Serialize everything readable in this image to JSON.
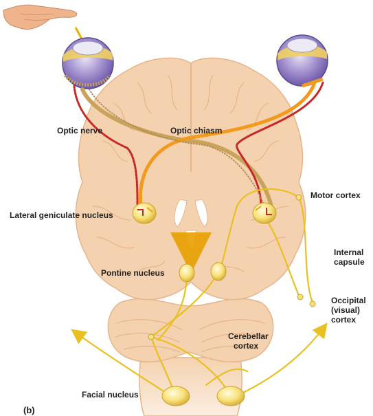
{
  "figure": {
    "panel_label": "(b)",
    "labels": {
      "optic_nerve": "Optic nerve",
      "optic_chiasm": "Optic chiasm",
      "motor_cortex": "Motor cortex",
      "lateral_geniculate_nucleus": "Lateral geniculate nucleus",
      "internal_capsule_line1": "Internal",
      "internal_capsule_line2": "capsule",
      "pontine_nucleus": "Pontine nucleus",
      "occipital_line1": "Occipital",
      "occipital_line2": "(visual)",
      "occipital_line3": "cortex",
      "cerebellar_line1": "Cerebellar",
      "cerebellar_line2": "cortex",
      "facial_nucleus": "Facial nucleus"
    },
    "colors": {
      "brain": "#f4d2b0",
      "brain_edge": "#e6b48a",
      "visual_pathway": "#f29a1e",
      "motor_pathway": "#c62828",
      "pontine_pathway": "#e8c020",
      "nucleus_fill": "#f8e27a",
      "eye_purple": "#7e63b8",
      "hand": "#f0b48c"
    },
    "icons": [
      "hand-icon",
      "left-eye-icon",
      "right-eye-icon"
    ]
  }
}
